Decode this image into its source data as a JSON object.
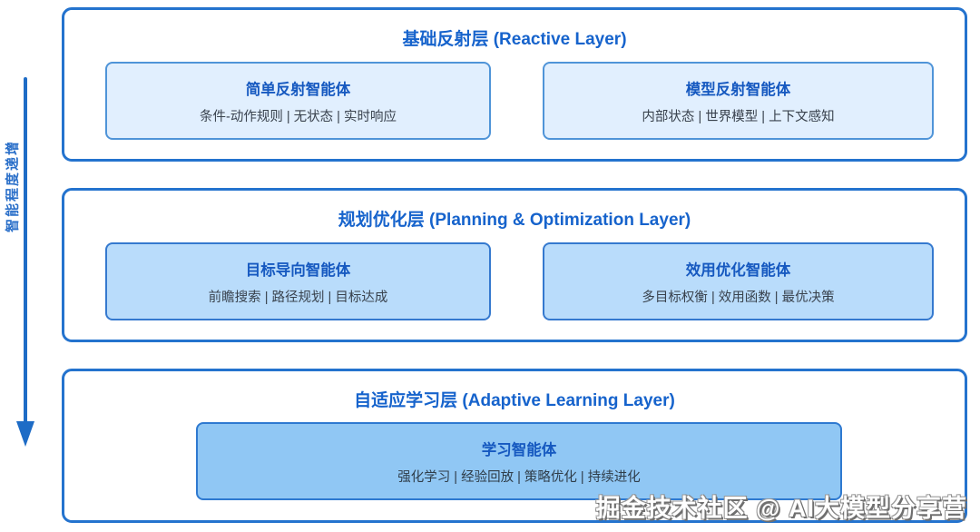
{
  "diagram": {
    "axis_label": "智能程度递增",
    "watermark": "掘金技术社区 @ AI大模型分享营",
    "layers": [
      {
        "title": "基础反射层 (Reactive Layer)",
        "agents": [
          {
            "name": "简单反射智能体",
            "features": "条件-动作规则 | 无状态 | 实时响应"
          },
          {
            "name": "模型反射智能体",
            "features": "内部状态 | 世界模型 | 上下文感知"
          }
        ]
      },
      {
        "title": "规划优化层 (Planning & Optimization Layer)",
        "agents": [
          {
            "name": "目标导向智能体",
            "features": "前瞻搜索 | 路径规划 | 目标达成"
          },
          {
            "name": "效用优化智能体",
            "features": "多目标权衡 | 效用函数 | 最优决策"
          }
        ]
      },
      {
        "title": "自适应学习层 (Adaptive Learning Layer)",
        "agents": [
          {
            "name": "学习智能体",
            "features": "强化学习 | 经验回放 | 策略优化 | 持续进化"
          }
        ]
      }
    ],
    "colors": {
      "outer_border": "#2473ce",
      "layer_title": "#1663cc",
      "agent_title": "#1659c0",
      "agent_fill_layer1": "#e1effe",
      "agent_border_layer1": "#4f94d8",
      "agent_fill_layer2": "#b9dcfb",
      "agent_border_layer2": "#3579cf",
      "agent_fill_layer3": "#90c7f4",
      "agent_border_layer3": "#2e79d0",
      "arrow": "#1e6cc6",
      "feature_text": "#39424d"
    }
  }
}
